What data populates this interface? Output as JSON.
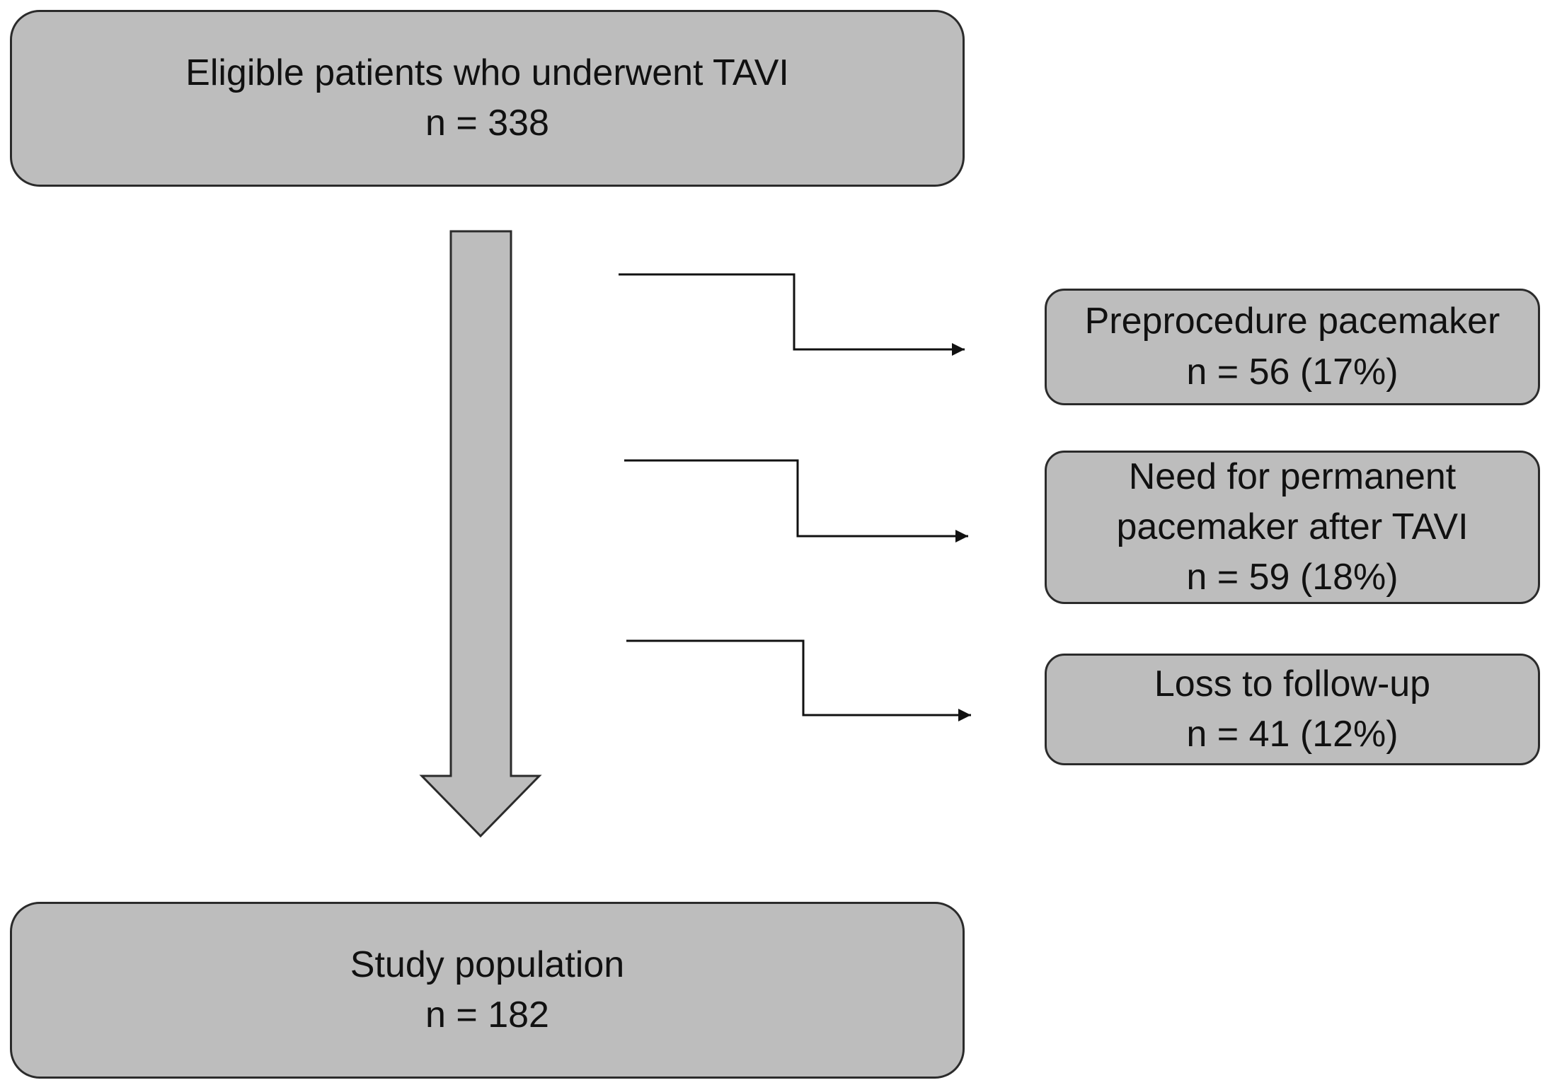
{
  "colors": {
    "box_fill": "#bdbdbd",
    "box_border": "#2b2b2b",
    "connector": "#111111",
    "background": "#ffffff"
  },
  "top_box": {
    "line1": "Eligible patients who underwent TAVI",
    "line2": "n = 338"
  },
  "exclusions": [
    {
      "lines": [
        "Preprocedure pacemaker",
        "n = 56 (17%)"
      ]
    },
    {
      "lines": [
        "Need for permanent",
        "pacemaker after TAVI",
        "n = 59 (18%)"
      ]
    },
    {
      "lines": [
        "Loss to follow-up",
        "n = 41 (12%)"
      ]
    }
  ],
  "bottom_box": {
    "line1": "Study population",
    "line2": "n = 182"
  }
}
